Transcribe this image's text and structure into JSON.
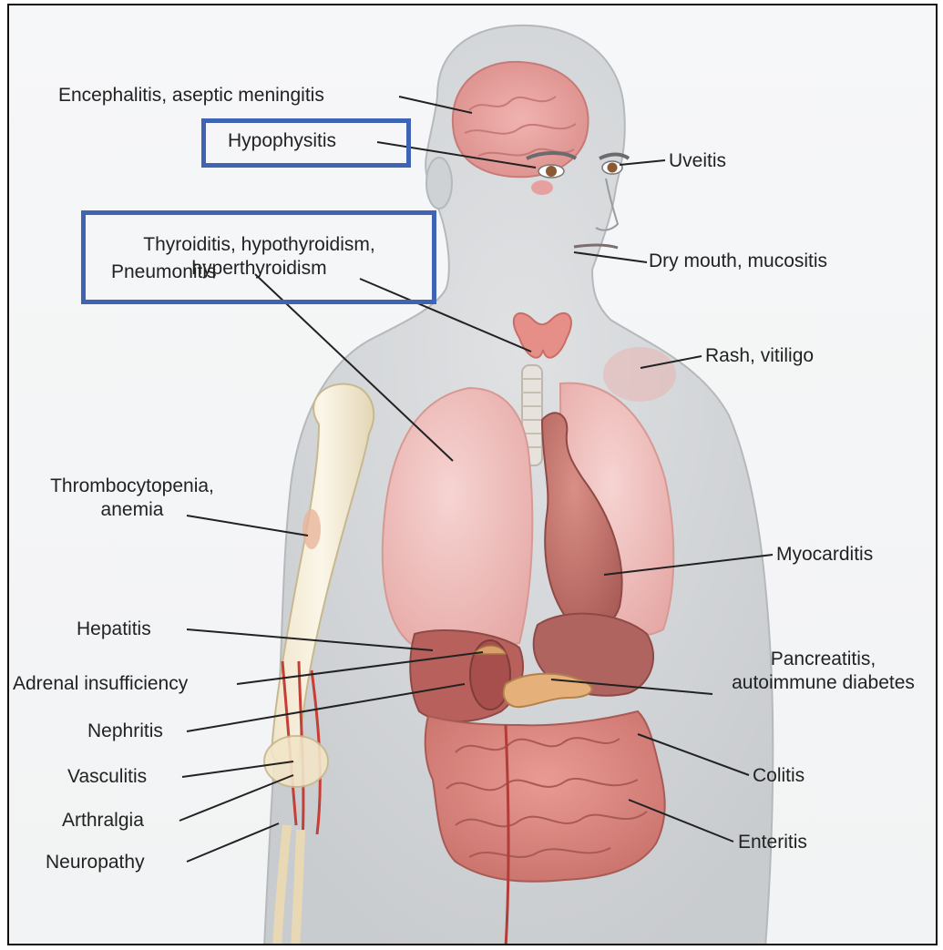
{
  "labels": {
    "encephalitis": "Encephalitis, aseptic meningitis",
    "hypophysitis": "Hypophysitis",
    "uveitis": "Uveitis",
    "thyroiditis_line1": "Thyroiditis, hypothyroidism,",
    "thyroiditis_line2": "hyperthyroidism",
    "dry_mouth": "Dry mouth, mucositis",
    "pneumonitis": "Pneumonitis",
    "rash": "Rash, vitiligo",
    "thrombocytopenia_line1": "Thrombocytopenia,",
    "thrombocytopenia_line2": "anemia",
    "myocarditis": "Myocarditis",
    "hepatitis": "Hepatitis",
    "pancreatitis_line1": "Pancreatitis,",
    "pancreatitis_line2": "autoimmune diabetes",
    "adrenal": "Adrenal insufficiency",
    "nephritis": "Nephritis",
    "vasculitis": "Vasculitis",
    "colitis": "Colitis",
    "arthralgia": "Arthralgia",
    "enteritis": "Enteritis",
    "neuropathy": "Neuropathy"
  },
  "highlights": [
    "hypophysitis",
    "thyroiditis"
  ],
  "colors": {
    "highlight_border": "#3f64b3",
    "leader_line": "#222222",
    "organ_pink": "#e8a9a8",
    "skin_gray": "#d4d6d8"
  }
}
